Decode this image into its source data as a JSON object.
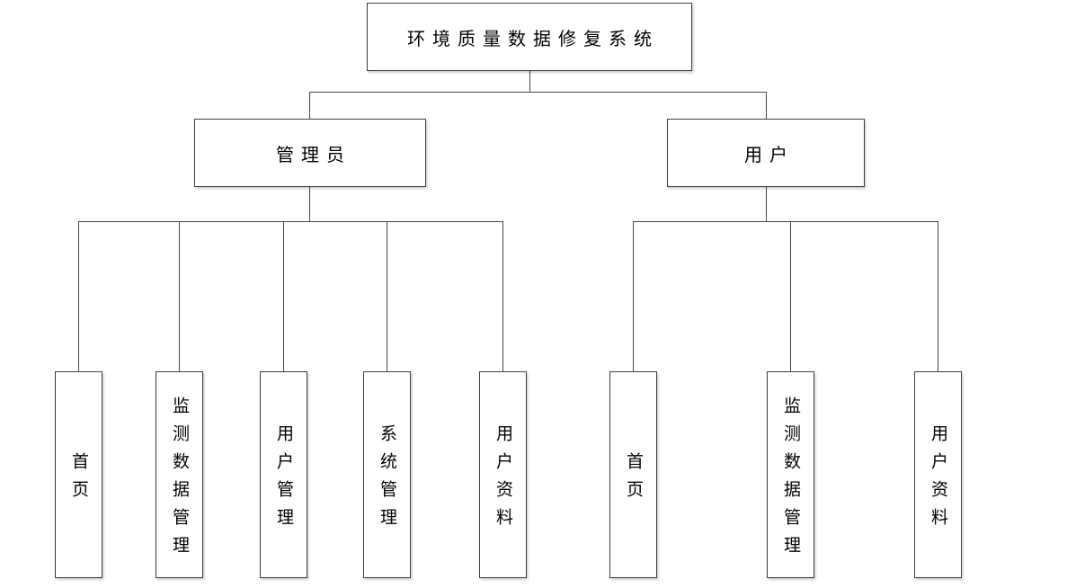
{
  "diagram": {
    "type": "tree",
    "background_color": "#ffffff",
    "line_color": "#474747",
    "box_border_color": "#3d3d3d",
    "text_color": "#000000",
    "nodes": {
      "root": {
        "label": "环境质量数据修复系统"
      },
      "admin": {
        "label": "管理员"
      },
      "user": {
        "label": "用户"
      },
      "admin_children": [
        {
          "label": "首页"
        },
        {
          "label": "监测数据管理"
        },
        {
          "label": "用户管理"
        },
        {
          "label": "系统管理"
        },
        {
          "label": "用户资料"
        }
      ],
      "user_children": [
        {
          "label": "首页"
        },
        {
          "label": "监测数据管理"
        },
        {
          "label": "用户资料"
        }
      ]
    }
  }
}
